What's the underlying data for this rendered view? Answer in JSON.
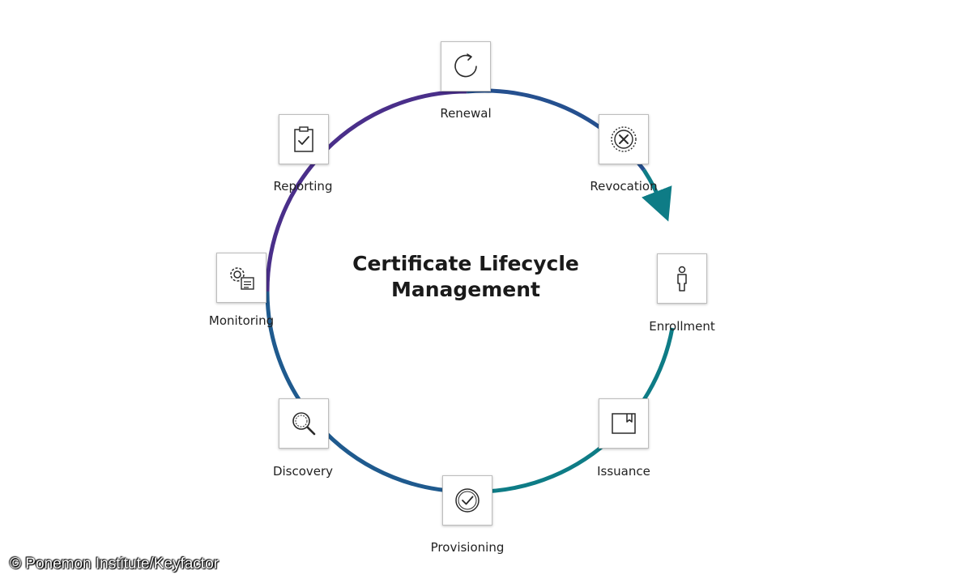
{
  "title_line1": "Certificate Lifecycle",
  "title_line2": "Management",
  "credit": "© Ponemon Institute/Keyfactor",
  "colors": {
    "purple": "#4a2f8a",
    "navy": "#25508f",
    "teal": "#0e7c86",
    "ink": "#2a2a2a"
  },
  "stages": [
    {
      "id": "renewal",
      "label": "Renewal",
      "icon": "refresh-icon"
    },
    {
      "id": "revocation",
      "label": "Revocation",
      "icon": "revoke-icon"
    },
    {
      "id": "enrollment",
      "label": "Enrollment",
      "icon": "person-icon"
    },
    {
      "id": "issuance",
      "label": "Issuance",
      "icon": "certificate-icon"
    },
    {
      "id": "provisioning",
      "label": "Provisioning",
      "icon": "check-circle-icon"
    },
    {
      "id": "discovery",
      "label": "Discovery",
      "icon": "magnifier-icon"
    },
    {
      "id": "monitoring",
      "label": "Monitoring",
      "icon": "gear-dashboard-icon"
    },
    {
      "id": "reporting",
      "label": "Reporting",
      "icon": "clipboard-check-icon"
    }
  ]
}
